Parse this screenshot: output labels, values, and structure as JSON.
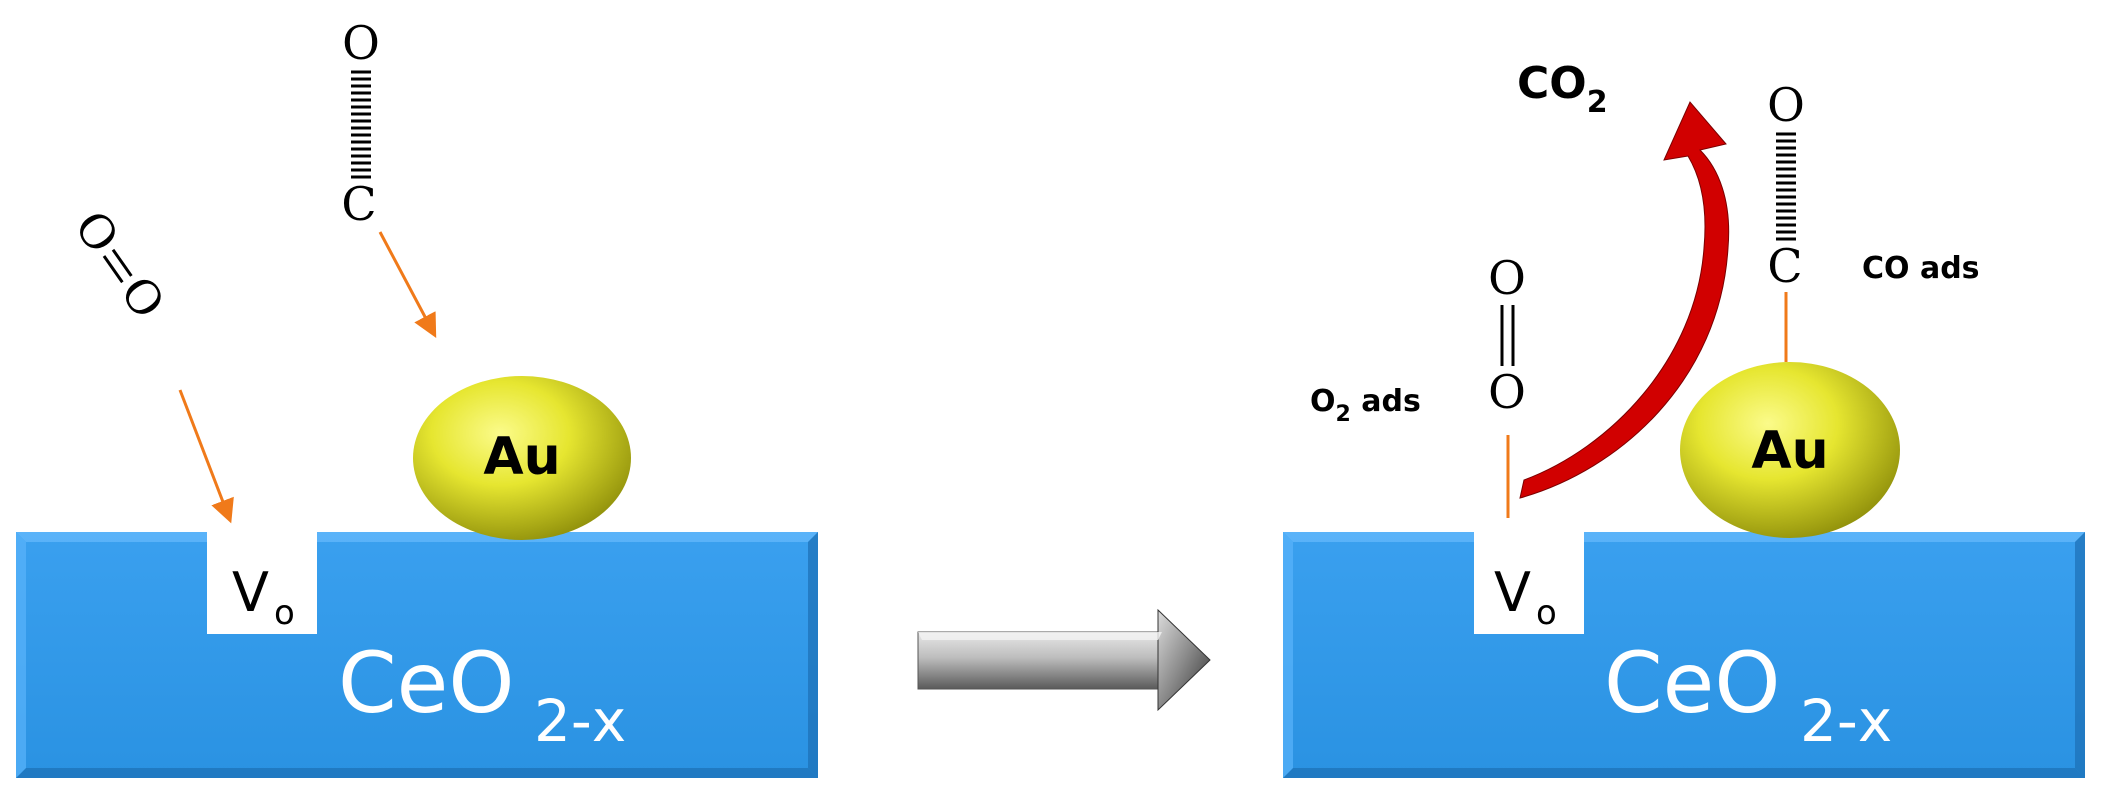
{
  "before": {
    "substrate_label": "CeO",
    "substrate_sub": "2-x",
    "vacancy_label": "V",
    "vacancy_sub": "o",
    "particle_label": "Au",
    "o2_left_atom": "O",
    "o2_right_atom": "O",
    "co_top_atom": "O",
    "co_bottom_atom": "C"
  },
  "after": {
    "substrate_label": "CeO",
    "substrate_sub": "2-x",
    "vacancy_label": "V",
    "vacancy_sub": "o",
    "particle_label": "Au",
    "o2_top_atom": "O",
    "o2_bottom_atom": "O",
    "co_top_atom": "O",
    "co_bottom_atom": "C",
    "o2_ads_label": "O",
    "o2_ads_sub": "2",
    "o2_ads_suffix": " ads",
    "co_ads_label": "CO ads",
    "product_label": "CO",
    "product_sub": "2"
  },
  "colors": {
    "substrate": "#2b97e8",
    "substrate_edge": "#1f6fb0",
    "gold": "#d4d420",
    "orange_arrow": "#f07a1a",
    "red_arrow": "#d10000",
    "grey_arrow": "#7a7a7a"
  }
}
